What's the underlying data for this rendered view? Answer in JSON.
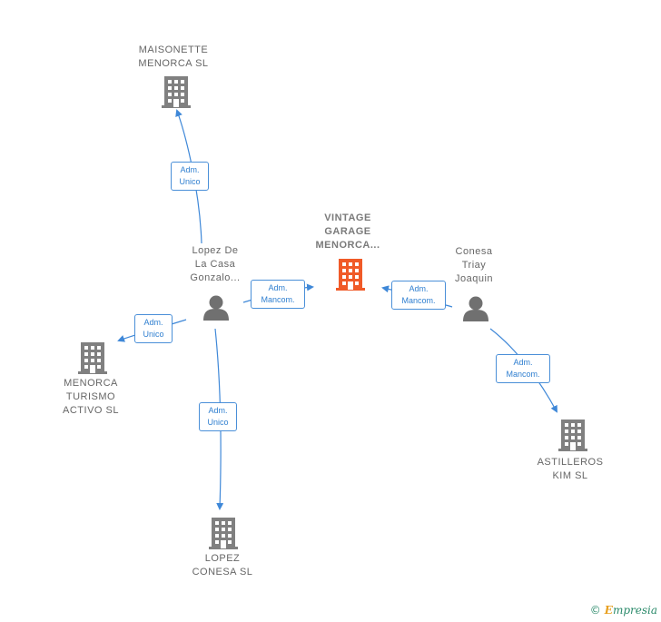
{
  "colors": {
    "edge": "#3f88d8",
    "building": "#808080",
    "focus_building": "#f05a28",
    "person": "#707070"
  },
  "nodes": {
    "maisonette": {
      "label": "MAISONETTE\nMENORCA  SL",
      "icon": "building-icon"
    },
    "lopez_person": {
      "label": "Lopez De\nLa Casa\nGonzalo...",
      "icon": "person-icon"
    },
    "vintage": {
      "label": "VINTAGE\nGARAGE\nMENORCA...",
      "icon": "building-icon"
    },
    "conesa_person": {
      "label": "Conesa\nTriay\nJoaquin",
      "icon": "person-icon"
    },
    "menorca_turismo": {
      "label": "MENORCA\nTURISMO\nACTIVO  SL",
      "icon": "building-icon"
    },
    "astilleros": {
      "label": "ASTILLEROS\nKIM  SL",
      "icon": "building-icon"
    },
    "lopez_conesa": {
      "label": "LOPEZ\nCONESA  SL",
      "icon": "building-icon"
    }
  },
  "edges": {
    "lopez_maisonette": "Adm.\nUnico",
    "lopez_vintage": "Adm.\nMancom.",
    "conesa_vintage": "Adm.\nMancom.",
    "lopez_menorca": "Adm.\nUnico",
    "lopez_lopezconesa": "Adm.\nUnico",
    "conesa_astilleros": "Adm.\nMancom."
  },
  "footer": {
    "copyright": "©",
    "brand_initial": "E",
    "brand_rest": "mpresia"
  }
}
